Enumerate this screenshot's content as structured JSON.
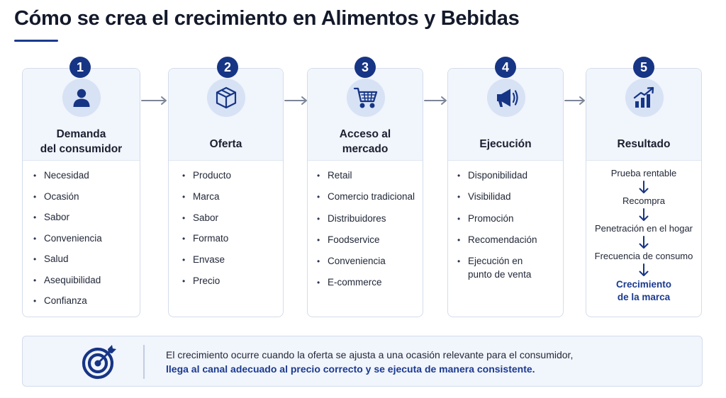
{
  "title": "Cómo se crea el crecimiento en Alimentos y Bebidas",
  "colors": {
    "accent": "#173585",
    "card_head_bg": "#f1f5fc",
    "icon_bg": "#d7e2f5",
    "result_text": "#1b3a8f"
  },
  "steps": [
    {
      "number": "1",
      "icon": "person-icon",
      "title_line1": "Demanda",
      "title_line2": "del consumidor",
      "items": [
        "Necesidad",
        "Ocasión",
        "Sabor",
        "Conveniencia",
        "Salud",
        "Asequibilidad",
        "Confianza"
      ]
    },
    {
      "number": "2",
      "icon": "box-icon",
      "title_line1": "Oferta",
      "title_line2": "",
      "items": [
        "Producto",
        "Marca",
        "Sabor",
        "Formato",
        "Envase",
        "Precio"
      ]
    },
    {
      "number": "3",
      "icon": "shopping-cart-icon",
      "title_line1": "Acceso al",
      "title_line2": "mercado",
      "items": [
        "Retail",
        "Comercio tradicional",
        "Distribuidores",
        "Foodservice",
        "Conveniencia",
        "E-commerce"
      ]
    },
    {
      "number": "4",
      "icon": "megaphone-icon",
      "title_line1": "Ejecución",
      "title_line2": "",
      "items": [
        "Disponibilidad",
        "Visibilidad",
        "Promoción",
        "Recomendación",
        "Ejecución en",
        "punto de venta"
      ]
    },
    {
      "number": "5",
      "icon": "growth-chart-icon",
      "title_line1": "Resultado",
      "title_line2": "",
      "flow": [
        "Prueba rentable",
        "Recompra",
        "Penetración en el hogar",
        "Frecuencia de consumo"
      ],
      "final_line1": "Crecimiento",
      "final_line2": "de la marca"
    }
  ],
  "footer": {
    "icon": "target-icon",
    "line1": "El crecimiento ocurre cuando la oferta se ajusta a una ocasión relevante para el consumidor,",
    "line2": "llega al canal adecuado al precio correcto y se ejecuta de manera consistente."
  }
}
